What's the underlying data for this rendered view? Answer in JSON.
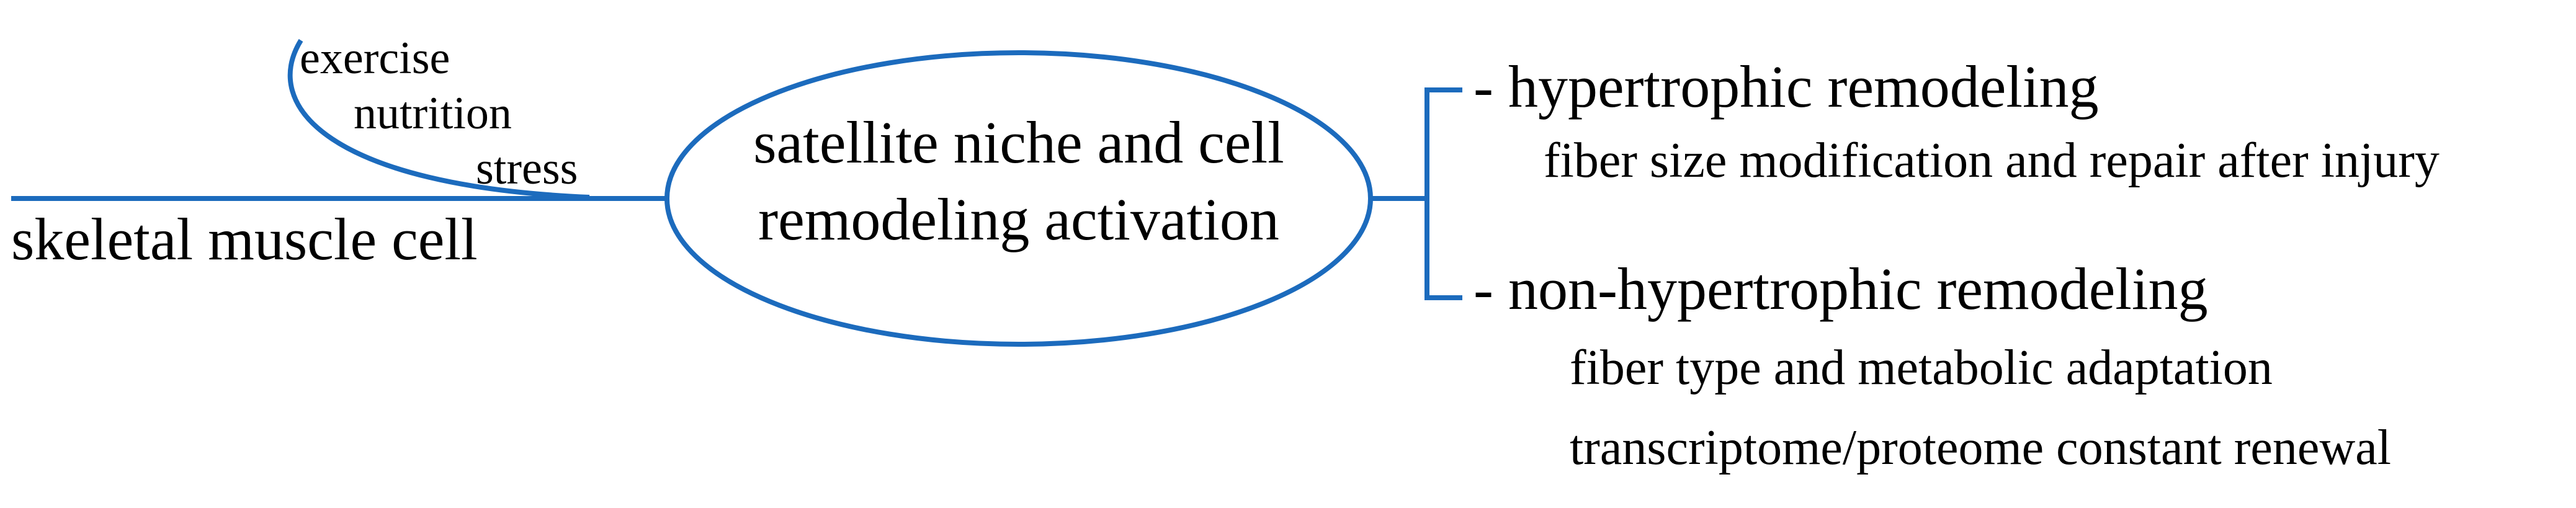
{
  "colors": {
    "line": "#1c6bbd",
    "text": "#000000",
    "background": "#ffffff"
  },
  "source": {
    "label": "skeletal muscle cell",
    "inputs": [
      "exercise",
      "nutrition",
      "stress"
    ]
  },
  "center": {
    "line1": "satellite niche and cell",
    "line2": "remodeling activation"
  },
  "outcomes": [
    {
      "title": "- hypertrophic remodeling",
      "details": [
        "fiber size modification and repair after injury"
      ]
    },
    {
      "title": "- non-hypertrophic remodeling",
      "details": [
        "fiber type and metabolic adaptation",
        "transcriptome/proteome constant renewal"
      ]
    }
  ]
}
